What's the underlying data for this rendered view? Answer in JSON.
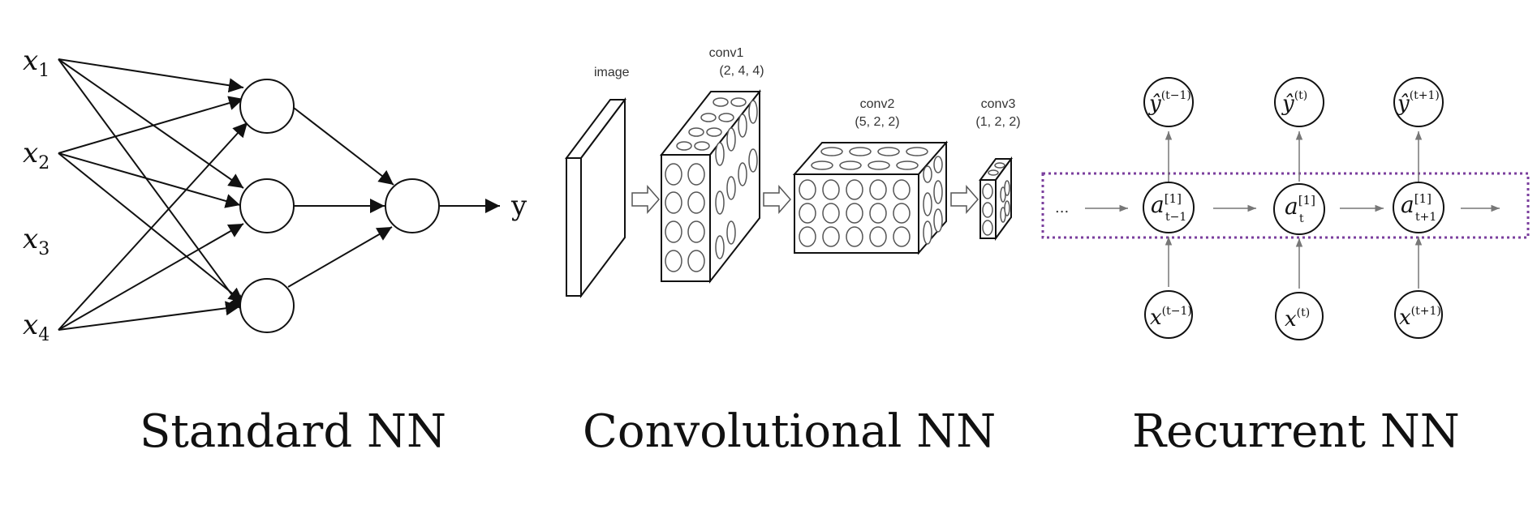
{
  "captions": {
    "standard": "Standard NN",
    "conv": "Convolutional NN",
    "rnn": "Recurrent NN"
  },
  "standard_nn": {
    "inputs": [
      {
        "var": "x",
        "sub": "1"
      },
      {
        "var": "x",
        "sub": "2"
      },
      {
        "var": "x",
        "sub": "3"
      },
      {
        "var": "x",
        "sub": "4"
      }
    ],
    "output": "y"
  },
  "conv_nn": {
    "image_label": "image",
    "layers": [
      {
        "name": "conv1",
        "shape": "(2, 4, 4)"
      },
      {
        "name": "conv2",
        "shape": "(5, 2, 2)"
      },
      {
        "name": "conv3",
        "shape": "(1, 2, 2)"
      }
    ]
  },
  "rnn": {
    "ellipsis": "...",
    "outputs": [
      {
        "base": "ŷ",
        "sup": "(t−1)"
      },
      {
        "base": "ŷ",
        "sup": "(t)"
      },
      {
        "base": "ŷ",
        "sup": "(t+1)"
      }
    ],
    "hidden": [
      {
        "base": "a",
        "sup": "[1]",
        "sub": "t−1"
      },
      {
        "base": "a",
        "sup": "[1]",
        "sub": "t"
      },
      {
        "base": "a",
        "sup": "[1]",
        "sub": "t+1"
      }
    ],
    "inputs": [
      {
        "base": "x",
        "sup": "(t−1)"
      },
      {
        "base": "x",
        "sup": "(t)"
      },
      {
        "base": "x",
        "sup": "(t+1)"
      }
    ],
    "box_color": "#7b3f9e"
  }
}
